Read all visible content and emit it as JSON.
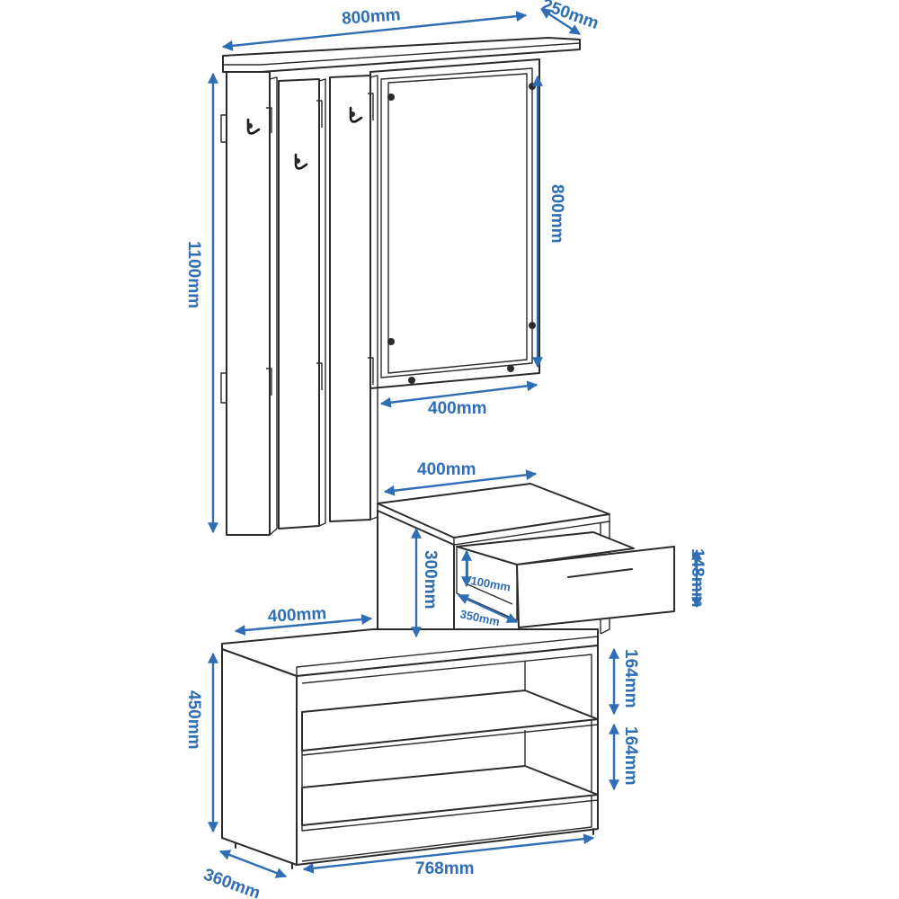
{
  "dimensions": {
    "top_width": "800mm",
    "top_depth": "250mm",
    "panel_height": "1100mm",
    "mirror_height": "800mm",
    "mirror_width": "400mm",
    "drawer_unit_width": "400mm",
    "drawer_unit_height": "300mm",
    "drawer_inner_height": "100mm",
    "drawer_depth": "350mm",
    "drawer_front_height": "148mm",
    "bench_seat_width": "400mm",
    "bench_height": "450mm",
    "shelf_gap_upper": "164mm",
    "shelf_gap_lower": "164mm",
    "bench_depth": "360mm",
    "bench_width": "768mm"
  },
  "colors": {
    "dimension": "#2f6eb5",
    "outline": "#2b2b2b",
    "background": "#ffffff"
  }
}
